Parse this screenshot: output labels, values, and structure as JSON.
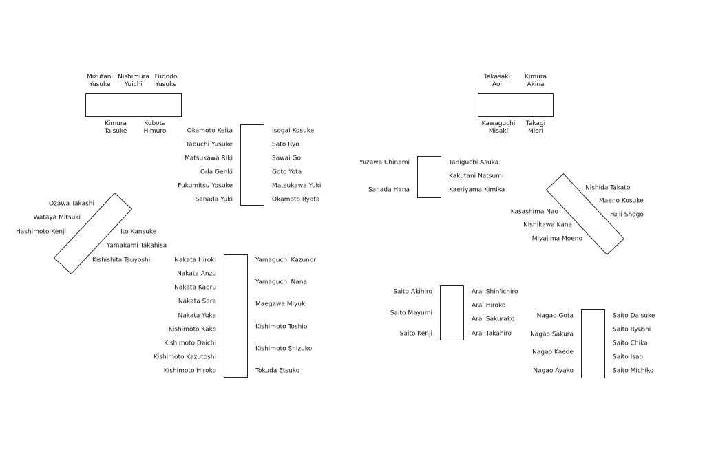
{
  "colors": {
    "line": "#222222",
    "text": "#111111",
    "background": "#ffffff"
  },
  "tables": [
    {
      "id": "t1",
      "top": [
        [
          "Mizutani",
          "Yusuke"
        ],
        [
          "Nishimura",
          "Yuichi"
        ],
        [
          "Fudodo",
          "Yusuke"
        ]
      ],
      "bottom": [
        [
          "Kimura",
          "Taisuke"
        ],
        [
          "Kubota",
          "Himuro"
        ]
      ]
    },
    {
      "id": "t2",
      "left": [
        "Okamoto Keita",
        "Tabuchi Yusuke",
        "Matsukawa Riki",
        "Oda Genki",
        "Fukumitsu Yosuke",
        "Sanada Yuki"
      ],
      "right": [
        "Isogai Kosuke",
        "Sato Ryo",
        "Sawai Go",
        "Goto Yota",
        "Matsukawa Yuki",
        "Okamoto Ryota"
      ]
    },
    {
      "id": "t3",
      "top": [
        [
          "Takasaki",
          "Aoi"
        ],
        [
          "Kimura",
          "Akina"
        ]
      ],
      "bottom": [
        [
          "Kawaguchi",
          "Misaki"
        ],
        [
          "Takagi",
          "Miori"
        ]
      ]
    },
    {
      "id": "t4",
      "left": [
        "Yuzawa Chinami",
        "Sanada Hana"
      ],
      "right": [
        "Taniguchi Asuka",
        "Kakutani Natsumi",
        "Kaeriyama Kimika"
      ]
    },
    {
      "id": "t5",
      "left": [
        "Ozawa Takashi",
        "Wataya Mitsuki",
        "Hashimoto Kenji"
      ],
      "right": [
        "Ito Kansuke",
        "Yamakami Takahisa",
        "Kishishita Tsuyoshi"
      ]
    },
    {
      "id": "t6",
      "left": [
        "Kasashima Nao",
        "Nishikawa Kana",
        "Miyajima Moeno"
      ],
      "right": [
        "Nishida Takato",
        "Maeno Kosuke",
        "Fujii Shogo"
      ]
    },
    {
      "id": "t7",
      "left": [
        "Nakata Hiroki",
        "Nakata Anzu",
        "Nakata Kaoru",
        "Nakata Sora",
        "Nakata Yuka",
        "Kishimoto Kako",
        "Kishimoto Daichi",
        "Kishimoto Kazutoshi",
        "Kishimoto Hiroko"
      ],
      "right": [
        "Yamaguchi Kazunori",
        "Yamaguchi Nana",
        "Maegawa Miyuki",
        "Kishimoto Toshio",
        "Kishimoto Shizuko",
        "Tokuda Etsuko"
      ]
    },
    {
      "id": "t8",
      "left": [
        "Saito Akihiro",
        "Saito Mayumi",
        "Saito Kenji"
      ],
      "right": [
        "Arai Shin'ichiro",
        "Arai Hiroko",
        "Arai Sakurako",
        "Arai Takahiro"
      ]
    },
    {
      "id": "t9",
      "left": [
        "Nagao Gota",
        "Nagao Sakura",
        "Nagao Kaede",
        "Nagao Ayako"
      ],
      "right": [
        "Saito Daisuke",
        "Saito Ryushi",
        "Saito Chika",
        "Saito Isao",
        "Saito Michiko"
      ]
    }
  ]
}
